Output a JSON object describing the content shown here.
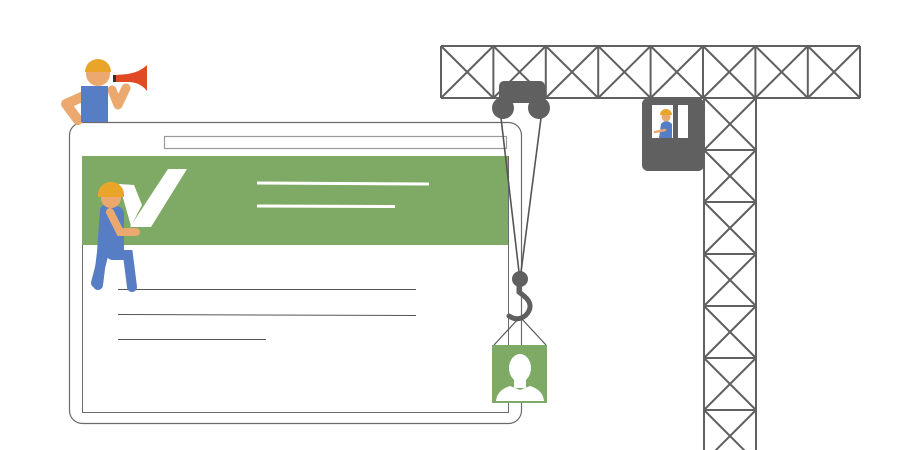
{
  "colors": {
    "green": "#7faa66",
    "crane_gray": "#5f605f",
    "truss_gray": "#606060",
    "outline_gray": "#6b6b6b",
    "skin": "#eba96f",
    "helmet": "#e8a52a",
    "overall_blue": "#577ec4",
    "megaphone": "#e04a24"
  },
  "illustration": {
    "scene": "under-construction",
    "elements": [
      "tablet-mockup",
      "tower-crane",
      "crane-hook-with-profile-picture",
      "worker-with-megaphone",
      "worker-carrying-checkmark",
      "crane-operator"
    ]
  }
}
